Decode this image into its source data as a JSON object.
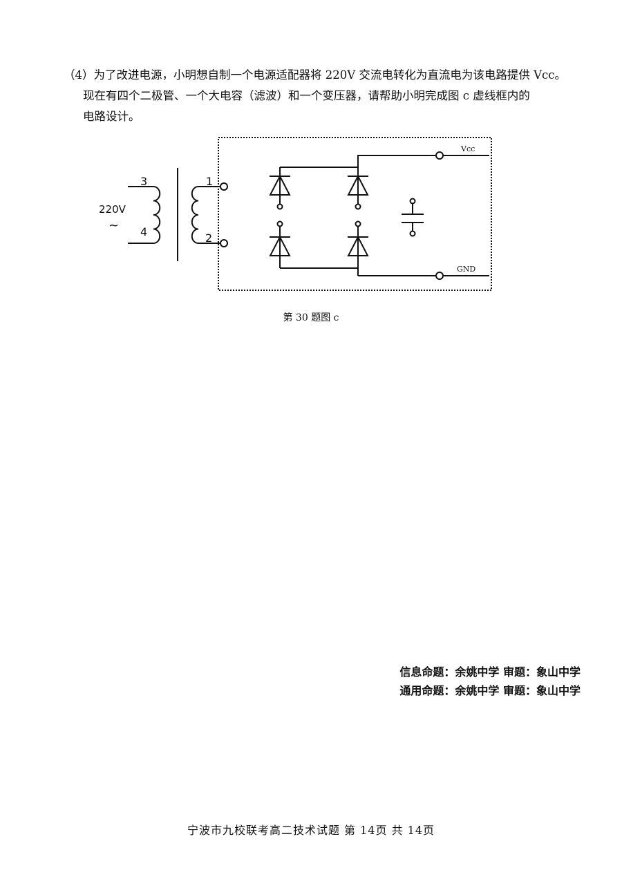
{
  "question": {
    "number": "（4）",
    "line1": "为了改进电源，小明想自制一个电源适配器将 220V 交流电转化为直流电为该电路提供 Vcc。",
    "line2": "现在有四个二极管、一个大电容（滤波）和一个变压器，请帮助小明完成图 c 虚线框内的",
    "line3": "电路设计。"
  },
  "figure": {
    "primary_voltage": "220V",
    "ac_symbol": "~",
    "pin3": "3",
    "pin4": "4",
    "pin1": "1",
    "pin2": "2",
    "vcc_label": "Vcc",
    "gnd_label": "GND",
    "caption": "第 30 题图 c"
  },
  "credits": {
    "line1": "信息命题：余姚中学  审题：象山中学",
    "line2": "通用命题：余姚中学  审题：象山中学"
  },
  "footer": "宁波市九校联考高二技术试题  第 14页   共 14页"
}
